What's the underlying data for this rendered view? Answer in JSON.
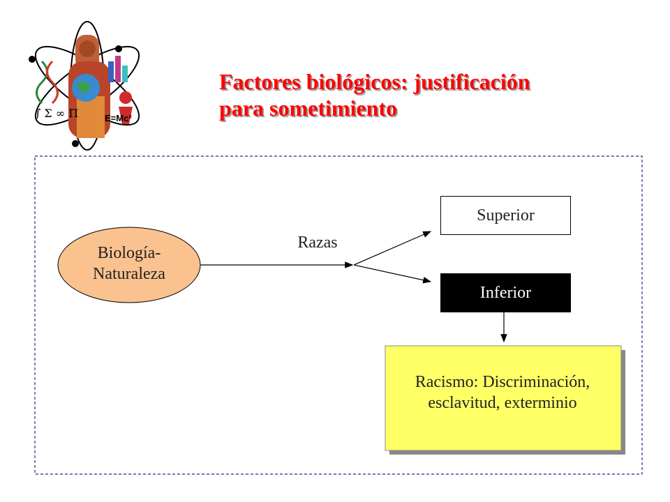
{
  "slide": {
    "title_line1": "Factores biológicos: justificación",
    "title_line2": "para sometimiento"
  },
  "logo": {
    "formula": "E=Mc²",
    "math_symbols": "∫ Σ ∞ Π"
  },
  "diagram": {
    "source_node": {
      "line1": "Biología-",
      "line2": "Naturaleza"
    },
    "arrow_label": "Razas",
    "superior_label": "Superior",
    "inferior_label": "Inferior",
    "outcome": {
      "line1": "Racismo: Discriminación,",
      "line2": "esclavitud, exterminio"
    }
  },
  "colors": {
    "title": "#ff0000",
    "ellipse_fill": "#f9c28f",
    "outcome_fill": "#ffff66",
    "inferior_fill": "#000000",
    "border_dash": "#1a2e8c"
  }
}
